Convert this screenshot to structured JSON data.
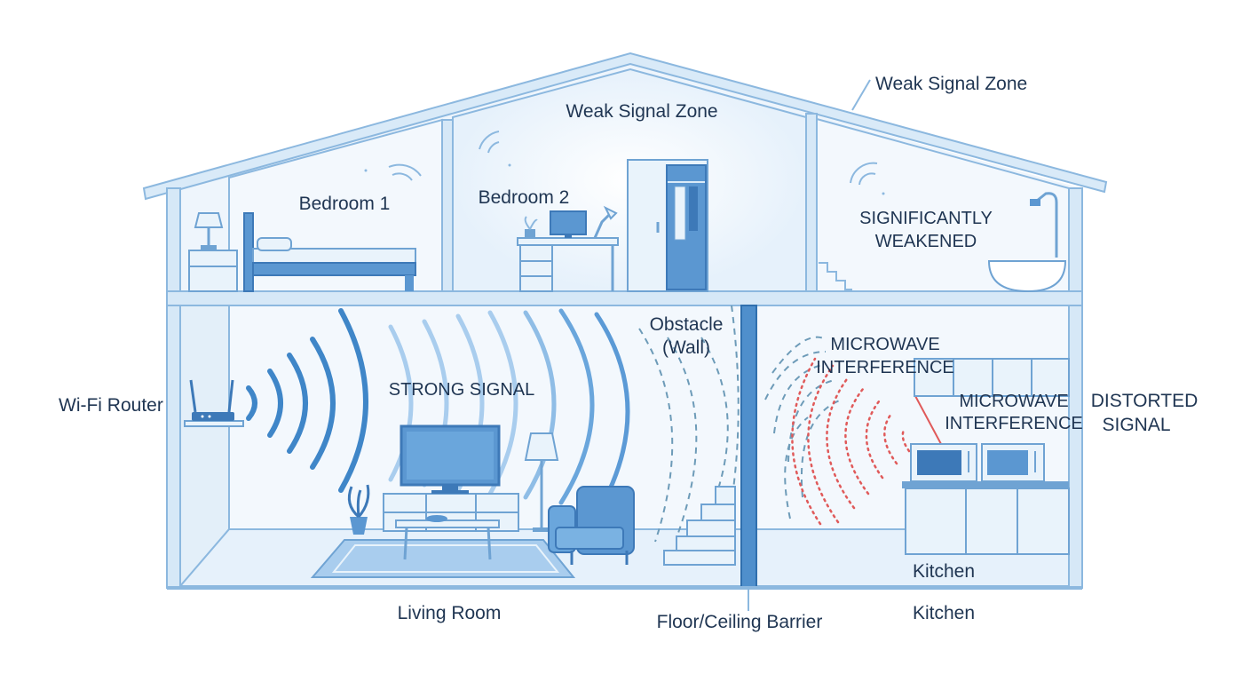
{
  "labels": {
    "weak_zone_center": "Weak Signal Zone",
    "weak_zone_right": "Weak Signal Zone",
    "bedroom1": "Bedroom 1",
    "bedroom2": "Bedroom 2",
    "significantly_line1": "SIGNIFICANTLY",
    "significantly_line2": "WEAKENED",
    "wifi_router": "Wi-Fi Router",
    "strong_signal": "STRONG SIGNAL",
    "obstacle_line1": "Obstacle",
    "obstacle_line2": "(Wall)",
    "microwave1_line1": "MICROWAVE",
    "microwave1_line2": "INTERFERENCE",
    "microwave2_line1": "MICROWAVE",
    "microwave2_line2": "INTERFERENCE",
    "distorted_line1": "DISTORTED",
    "distorted_line2": "SIGNAL",
    "kitchen_inside": "Kitchen",
    "living_room": "Living Room",
    "floor_ceiling_barrier": "Floor/Ceiling Barrier",
    "kitchen_below": "Kitchen"
  },
  "icons": [
    "wifi-router-icon",
    "wifi-signal-icon",
    "bed-icon",
    "lamp-icon",
    "desk-icon",
    "monitor-icon",
    "wardrobe-icon",
    "bathtub-icon",
    "shower-icon",
    "tv-icon",
    "sofa-chair-icon",
    "plant-icon",
    "stairs-icon",
    "microwave-icon",
    "cabinet-icon"
  ],
  "colors": {
    "outline": "#8cb8df",
    "fill": "#eef5fc",
    "strong_wave": "#3f86c8",
    "weak_wave": "#a9cdee",
    "interference": "#e05a5a",
    "text": "#1f3552"
  }
}
